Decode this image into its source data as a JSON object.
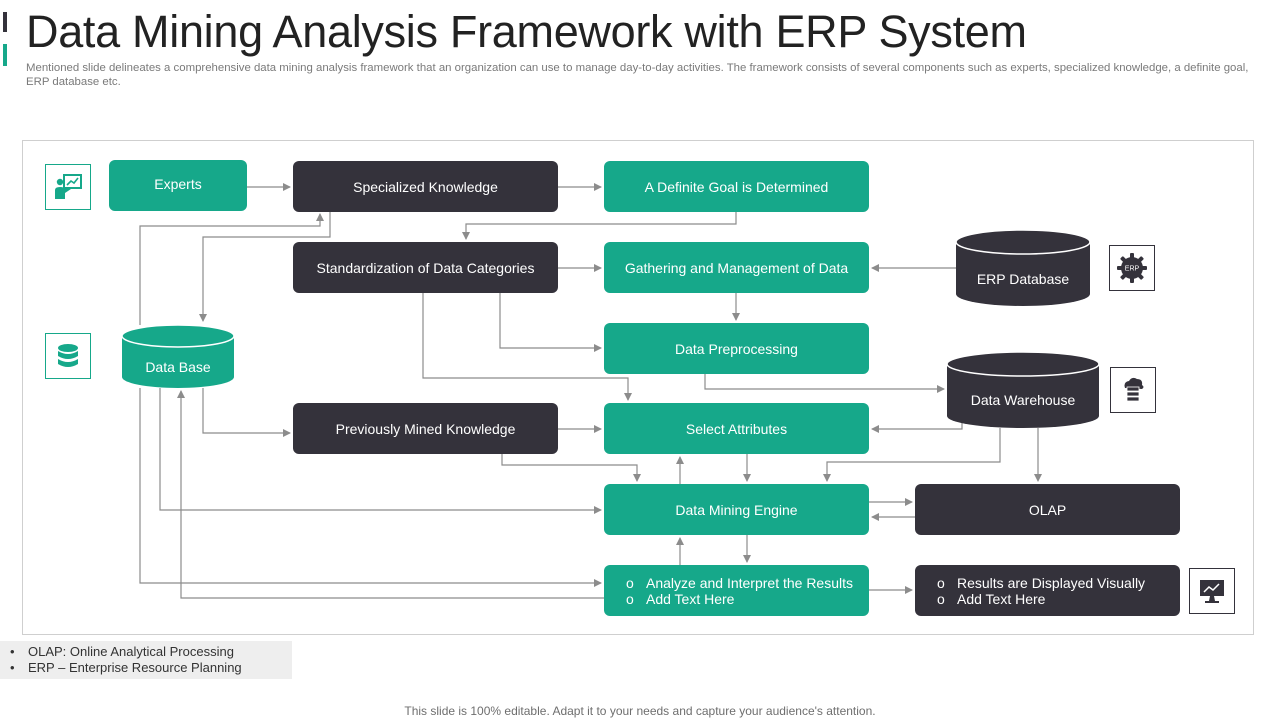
{
  "header": {
    "title": "Data Mining Analysis Framework with ERP System",
    "subtitle": "Mentioned slide delineates a comprehensive data mining analysis framework that an organization can use to manage day-to-day activities. The framework consists of several components such as experts, specialized knowledge, a definite goal, ERP database etc."
  },
  "nodes": {
    "experts": "Experts",
    "specialized_knowledge": "Specialized Knowledge",
    "definite_goal": "A Definite  Goal is Determined",
    "standardization": "Standardization  of Data Categories",
    "gathering": "Gathering  and Management  of Data",
    "preprocessing": "Data Preprocessing",
    "previously_mined": "Previously  Mined Knowledge",
    "select_attributes": "Select Attributes",
    "mining_engine": "Data Mining Engine",
    "olap": "OLAP",
    "analyze": [
      "Analyze and Interpret  the Results",
      "Add Text Here"
    ],
    "results": [
      "Results are Displayed Visually",
      "Add Text Here"
    ]
  },
  "databases": {
    "data_base": "Data Base",
    "erp_database": "ERP Database",
    "data_warehouse": "Data Warehouse"
  },
  "icons": {
    "experts_icon": "presenter-board-icon",
    "database_icon": "database-stack-icon",
    "erp_icon": "erp-gear-icon",
    "erp_icon_text": "ERP",
    "warehouse_icon": "cloud-server-icon",
    "results_icon": "monitor-chart-icon"
  },
  "notes": [
    "OLAP: Online Analytical Processing",
    "ERP – Enterprise Resource Planning"
  ],
  "footer": "This slide is 100% editable. Adapt it to your needs and capture your audience's attention.",
  "colors": {
    "green": "#16a88a",
    "dark": "#34323b",
    "connector": "#8c8c8c"
  }
}
